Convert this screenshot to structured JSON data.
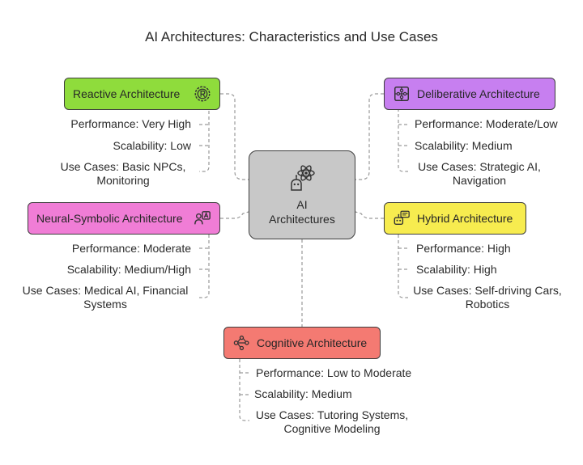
{
  "title": "AI Architectures: Characteristics and Use Cases",
  "center": {
    "label": "AI\nArchitectures",
    "icon": "ai-robot-atom-icon"
  },
  "nodes": {
    "reactive": {
      "label": "Reactive Architecture",
      "icon": "gear-r-icon",
      "color": "#8fdc3c",
      "performance": "Performance: Very High",
      "scalability": "Scalability: Low",
      "use_cases": "Use Cases: Basic NPCs,\nMonitoring"
    },
    "deliberative": {
      "label": "Deliberative Architecture",
      "icon": "puzzle-grid-icon",
      "color": "#c77ff0",
      "performance": "Performance: Moderate/Low",
      "scalability": "Scalability: Medium",
      "use_cases": "Use Cases: Strategic AI,\nNavigation"
    },
    "neural_symbolic": {
      "label": "Neural-Symbolic Architecture",
      "icon": "person-letter-icon",
      "color": "#f07dd6",
      "performance": "Performance: Moderate",
      "scalability": "Scalability: Medium/High",
      "use_cases": "Use Cases: Medical AI, Financial\nSystems"
    },
    "hybrid": {
      "label": "Hybrid Architecture",
      "icon": "robot-chat-icon",
      "color": "#f7ec4f",
      "performance": "Performance: High",
      "scalability": "Scalability: High",
      "use_cases": "Use Cases: Self-driving Cars,\nRobotics"
    },
    "cognitive": {
      "label": "Cognitive Architecture",
      "icon": "network-nodes-icon",
      "color": "#f47a72",
      "performance": "Performance: Low to Moderate",
      "scalability": "Scalability: Medium",
      "use_cases": "Use Cases: Tutoring Systems,\nCognitive Modeling"
    }
  }
}
